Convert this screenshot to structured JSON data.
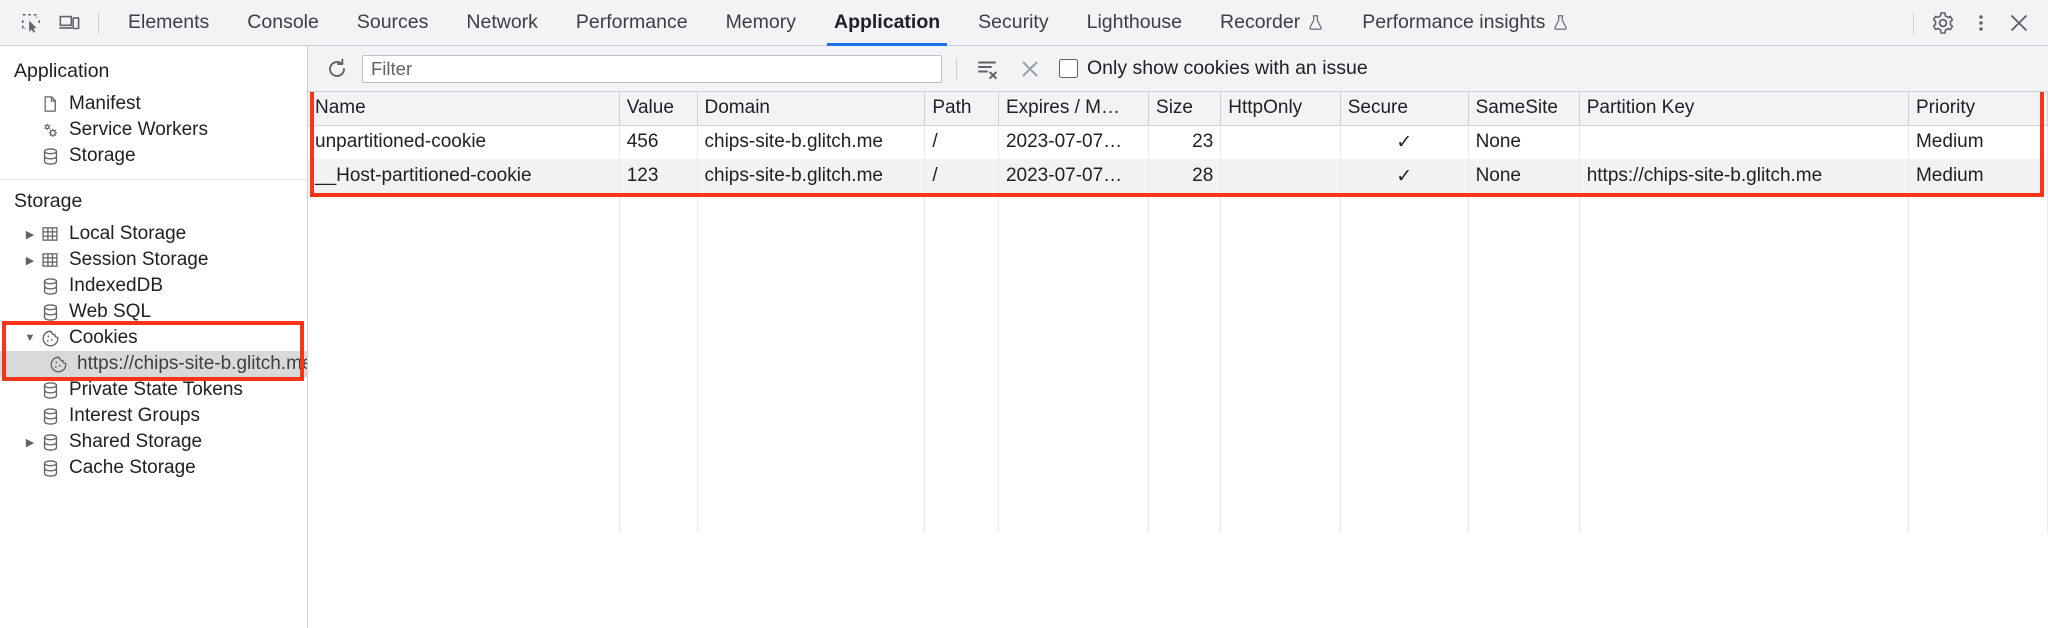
{
  "toolbar": {
    "inspect_icon": "inspect-element-icon",
    "device_icon": "device-toolbar-icon",
    "tabs": [
      {
        "label": "Elements",
        "active": false,
        "experimental": false
      },
      {
        "label": "Console",
        "active": false,
        "experimental": false
      },
      {
        "label": "Sources",
        "active": false,
        "experimental": false
      },
      {
        "label": "Network",
        "active": false,
        "experimental": false
      },
      {
        "label": "Performance",
        "active": false,
        "experimental": false
      },
      {
        "label": "Memory",
        "active": false,
        "experimental": false
      },
      {
        "label": "Application",
        "active": true,
        "experimental": false
      },
      {
        "label": "Security",
        "active": false,
        "experimental": false
      },
      {
        "label": "Lighthouse",
        "active": false,
        "experimental": false
      },
      {
        "label": "Recorder",
        "active": false,
        "experimental": true
      },
      {
        "label": "Performance insights",
        "active": false,
        "experimental": true
      }
    ],
    "settings_icon": "gear-icon",
    "more_icon": "more-vertical-icon",
    "close_icon": "close-icon",
    "active_tab": "Application",
    "accent_color": "#1a73e8"
  },
  "sidebar": {
    "sections": [
      {
        "title": "Application",
        "items": [
          {
            "label": "Manifest",
            "icon": "document-icon",
            "twisty": "none",
            "indent": 1,
            "selected": false
          },
          {
            "label": "Service Workers",
            "icon": "gears-icon",
            "twisty": "none",
            "indent": 1,
            "selected": false
          },
          {
            "label": "Storage",
            "icon": "database-icon",
            "twisty": "none",
            "indent": 1,
            "selected": false
          }
        ]
      },
      {
        "title": "Storage",
        "items": [
          {
            "label": "Local Storage",
            "icon": "table-icon",
            "twisty": "collapsed",
            "indent": 1,
            "selected": false
          },
          {
            "label": "Session Storage",
            "icon": "table-icon",
            "twisty": "collapsed",
            "indent": 1,
            "selected": false
          },
          {
            "label": "IndexedDB",
            "icon": "database-icon",
            "twisty": "none",
            "indent": 1,
            "selected": false
          },
          {
            "label": "Web SQL",
            "icon": "database-icon",
            "twisty": "none",
            "indent": 1,
            "selected": false
          },
          {
            "label": "Cookies",
            "icon": "cookie-icon",
            "twisty": "expanded",
            "indent": 1,
            "selected": false
          },
          {
            "label": "https://chips-site-b.glitch.me",
            "icon": "cookie-icon",
            "twisty": "none",
            "indent": 2,
            "selected": true
          },
          {
            "label": "Private State Tokens",
            "icon": "database-icon",
            "twisty": "none",
            "indent": 1,
            "selected": false
          },
          {
            "label": "Interest Groups",
            "icon": "database-icon",
            "twisty": "none",
            "indent": 1,
            "selected": false
          },
          {
            "label": "Shared Storage",
            "icon": "database-icon",
            "twisty": "collapsed",
            "indent": 1,
            "selected": false
          },
          {
            "label": "Cache Storage",
            "icon": "database-icon",
            "twisty": "none",
            "indent": 1,
            "selected": false
          }
        ]
      }
    ],
    "highlight_color": "#f8351a"
  },
  "filterbar": {
    "refresh_icon": "refresh-icon",
    "filter_value": "",
    "filter_placeholder": "Filter",
    "clear_all_icon": "clear-all-cookies-icon",
    "delete_icon": "delete-selected-cookie-icon",
    "checkbox_label": "Only show cookies with an issue",
    "checkbox_checked": false
  },
  "table": {
    "columns": [
      "Name",
      "Value",
      "Domain",
      "Path",
      "Expires / M…",
      "Size",
      "HttpOnly",
      "Secure",
      "SameSite",
      "Partition Key",
      "Priority"
    ],
    "rows": [
      {
        "Name": "unpartitioned-cookie",
        "Value": "456",
        "Domain": "chips-site-b.glitch.me",
        "Path": "/",
        "Expires / M…": "2023-07-07…",
        "Size": "23",
        "HttpOnly": "",
        "Secure": "✓",
        "SameSite": "None",
        "Partition Key": "",
        "Priority": "Medium"
      },
      {
        "Name": "__Host-partitioned-cookie",
        "Value": "123",
        "Domain": "chips-site-b.glitch.me",
        "Path": "/",
        "Expires / M…": "2023-07-07…",
        "Size": "28",
        "HttpOnly": "",
        "Secure": "✓",
        "SameSite": "None",
        "Partition Key": "https://chips-site-b.glitch.me",
        "Priority": "Medium"
      }
    ],
    "highlight_color": "#f8351a"
  }
}
